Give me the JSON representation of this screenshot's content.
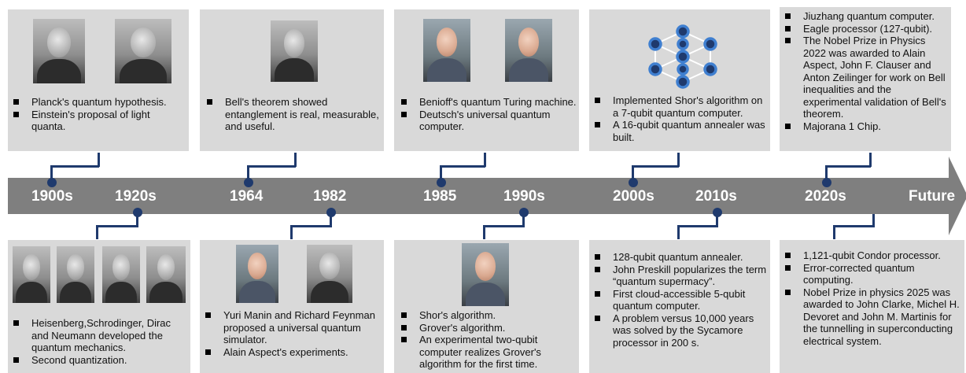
{
  "timeline": {
    "years": [
      "1900s",
      "1920s",
      "1964",
      "1982",
      "1985",
      "1990s",
      "2000s",
      "2010s",
      "2020s",
      "Future"
    ]
  },
  "top_boxes": [
    {
      "items": [
        "Planck's quantum hypothesis.",
        "Einstein's proposal of light quanta."
      ]
    },
    {
      "items": [
        "Bell's theorem showed entanglement is real, measurable, and useful."
      ]
    },
    {
      "items": [
        "Benioff's quantum Turing machine.",
        "Deutsch's universal quantum computer."
      ]
    },
    {
      "items": [
        "Implemented Shor's algorithm on a 7-qubit quantum computer.",
        "A 16-qubit quantum annealer was built."
      ]
    },
    {
      "items": [
        "Jiuzhang quantum computer.",
        "Eagle processor (127-qubit).",
        "The Nobel Prize in Physics 2022 was awarded to Alain Aspect, John F. Clauser and Anton Zeilinger for work on Bell inequalities and the experimental validation of Bell's theorem.",
        "Majorana 1 Chip."
      ]
    }
  ],
  "bottom_boxes": [
    {
      "items": [
        "Heisenberg,Schrodinger, Dirac and Neumann developed the quantum mechanics.",
        "Second quantization."
      ]
    },
    {
      "items": [
        "Yuri Manin and Richard Feynman proposed a universal quantum simulator.",
        "Alain Aspect's experiments."
      ]
    },
    {
      "items": [
        "Shor's algorithm.",
        "Grover's algorithm.",
        "An experimental two-qubit computer realizes Grover's algorithm for the first time."
      ]
    },
    {
      "items": [
        "128-qubit quantum annealer.",
        "John Preskill popularizes the term “quantum supermacy”.",
        "First cloud-accessible 5-qubit quantum computer.",
        "A problem versus 10,000 years was solved by the Sycamore processor in 200 s."
      ]
    },
    {
      "items": [
        "1,121-qubit Condor processor.",
        "Error-corrected quantum computing.",
        "Nobel Prize in physics 2025 was awarded to John Clarke, Michel H. Devoret and John M. Martinis for the tunnelling in superconducting electrical system."
      ]
    }
  ],
  "colors": {
    "band": "#7f7f7f",
    "box": "#d9d9d9",
    "connector": "#1f3a6d",
    "qubit_ring": "#3f7fd0"
  }
}
